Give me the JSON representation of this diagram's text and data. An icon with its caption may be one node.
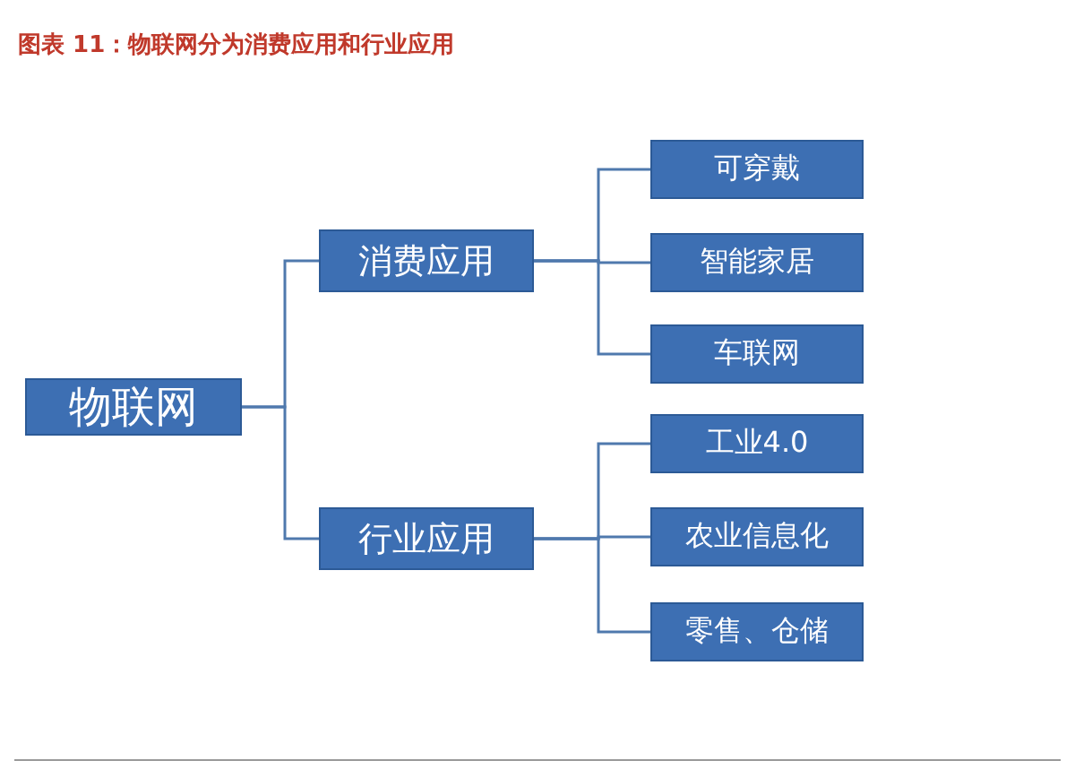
{
  "diagram": {
    "title": "图表 11：物联网分为消费应用和行业应用",
    "nodes": [
      {
        "text": [
          "物联网"
        ]
      },
      {
        "text": [
          "消费应用"
        ]
      },
      {
        "text": [
          "行业应用"
        ]
      },
      {
        "text": [
          "可穿戴"
        ]
      },
      {
        "text": [
          "智能家居"
        ]
      },
      {
        "text": [
          "车联网"
        ]
      },
      {
        "text": [
          "工业4.0"
        ]
      },
      {
        "text": [
          "农业信息化"
        ]
      },
      {
        "text": [
          "零售、仓储"
        ]
      }
    ],
    "edges": [
      {
        "from": 0,
        "to": 1,
        "arrow": "none"
      },
      {
        "from": 0,
        "to": 2,
        "arrow": "none"
      },
      {
        "from": 1,
        "to": 3,
        "arrow": "none"
      },
      {
        "from": 1,
        "to": 4,
        "arrow": "none"
      },
      {
        "from": 1,
        "to": 5,
        "arrow": "none"
      },
      {
        "from": 2,
        "to": 6,
        "arrow": "none"
      },
      {
        "from": 2,
        "to": 7,
        "arrow": "none"
      },
      {
        "from": 2,
        "to": 8,
        "arrow": "none"
      }
    ]
  }
}
